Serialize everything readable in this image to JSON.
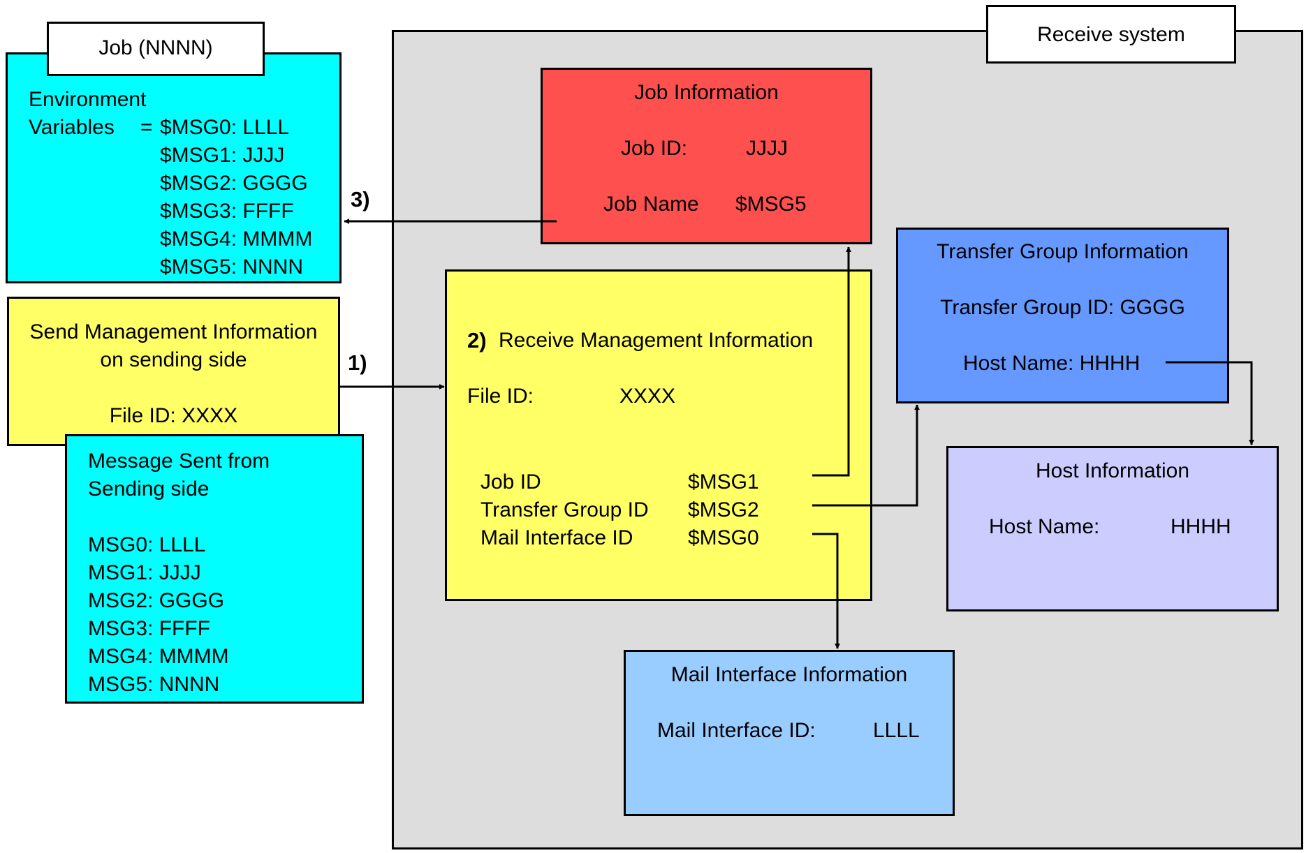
{
  "colors": {
    "cyan": "#00ffff",
    "yellow": "#ffff66",
    "red": "#ff5050",
    "blue": "#6699ff",
    "lavender": "#ccccff",
    "light_blue": "#99ccff",
    "gray": "#dddddd"
  },
  "job_tab": {
    "label": "Job (NNNN)"
  },
  "env": {
    "title_line1": "Environment",
    "title_line2": "Variables",
    "equals": "=",
    "vars": [
      "$MSG0: LLLL",
      "$MSG1: JJJJ",
      "$MSG2: GGGG",
      "$MSG3: FFFF",
      "$MSG4: MMMM",
      "$MSG5: NNNN"
    ]
  },
  "send_mgmt": {
    "line1": "Send Management Information",
    "line2": "on sending side",
    "file_id": "File ID: XXXX"
  },
  "message_sent": {
    "line1": "Message Sent from",
    "line2": "Sending side",
    "messages": [
      "MSG0: LLLL",
      "MSG1: JJJJ",
      "MSG2: GGGG",
      "MSG3: FFFF",
      "MSG4: MMMM",
      "MSG5: NNNN"
    ]
  },
  "receive_system": {
    "label": "Receive system"
  },
  "job_info": {
    "title": "Job Information",
    "id_label": "Job ID:",
    "id_value": "JJJJ",
    "name_label": "Job Name",
    "name_value": "$MSG5"
  },
  "receive_mgmt": {
    "step": "2)",
    "title": "Receive Management Information",
    "file_id_label": "File ID:",
    "file_id_value": "XXXX",
    "rows": [
      {
        "label": "Job ID",
        "value": "$MSG1"
      },
      {
        "label": "Transfer Group ID",
        "value": "$MSG2"
      },
      {
        "label": "Mail Interface ID",
        "value": "$MSG0"
      }
    ]
  },
  "transfer_group": {
    "title": "Transfer Group Information",
    "id_line": "Transfer Group ID: GGGG",
    "host_line": "Host Name: HHHH"
  },
  "host_info": {
    "title": "Host Information",
    "name_label": "Host Name:",
    "name_value": "HHHH"
  },
  "mail_interface": {
    "title": "Mail Interface Information",
    "id_label": "Mail Interface ID:",
    "id_value": "LLLL"
  },
  "steps": {
    "step1": "1)",
    "step3": "3)"
  }
}
